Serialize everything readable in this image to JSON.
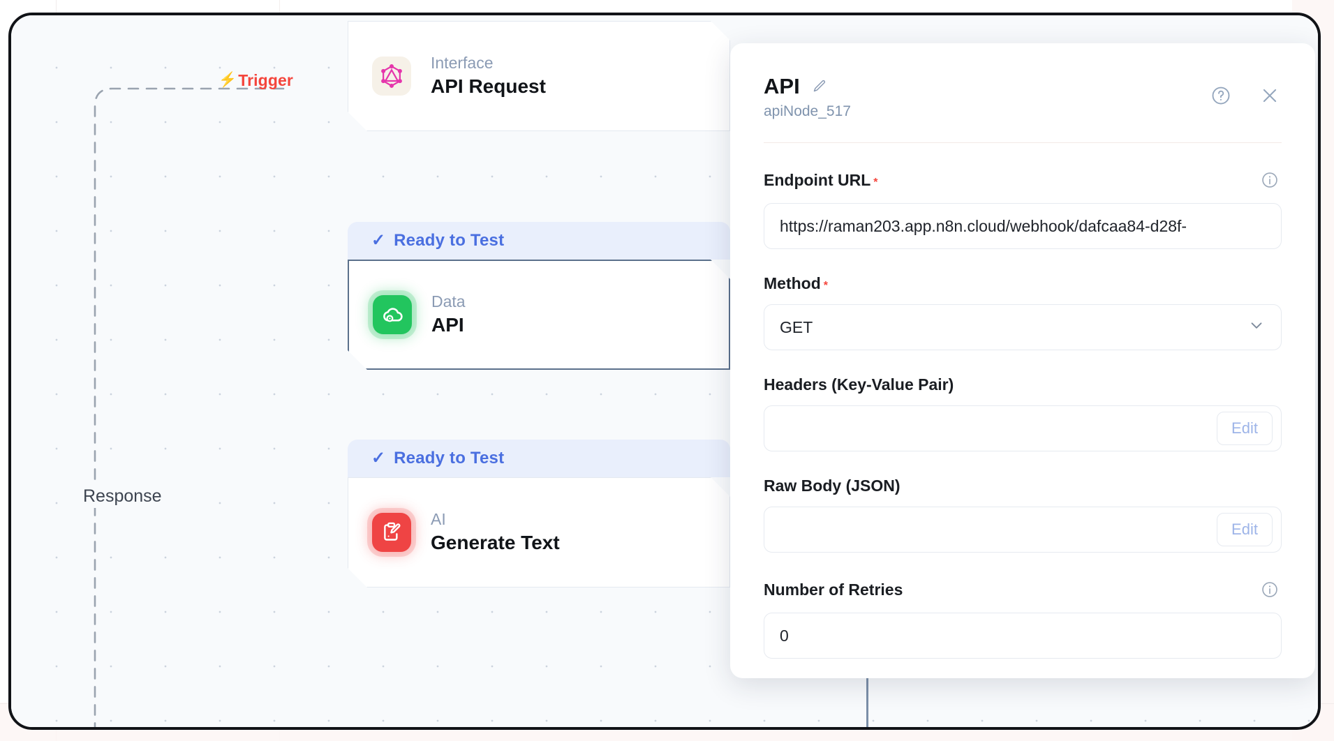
{
  "canvas": {
    "trigger_label": "Trigger",
    "trigger_icon": "lightning-bolt-icon",
    "response_label": "Response",
    "nodes": [
      {
        "kind": "Interface",
        "title": "API Request",
        "icon": "graphql-icon",
        "icon_bg": "#f6f1e8",
        "status": null,
        "selected": false
      },
      {
        "kind": "Data",
        "title": "API",
        "icon": "cloud-gear-icon",
        "icon_bg": "#22c55e",
        "status": "Ready to Test",
        "status_check": "✓",
        "selected": true
      },
      {
        "kind": "AI",
        "title": "Generate Text",
        "icon": "clipboard-pencil-icon",
        "icon_bg": "#ef4444",
        "status": "Ready to Test",
        "status_check": "✓",
        "selected": false
      }
    ]
  },
  "panel": {
    "title": "API",
    "edit_icon": "pencil-icon",
    "subtitle": "apiNode_517",
    "help_icon": "help-circle-icon",
    "close_icon": "close-icon",
    "fields": [
      {
        "label": "Endpoint URL",
        "required": true,
        "info_icon": "info-icon",
        "value": "https://raman203.app.n8n.cloud/webhook/dafcaa84-d28f-",
        "type": "text"
      },
      {
        "label": "Method",
        "required": true,
        "info_icon": null,
        "value": "GET",
        "type": "select",
        "chevron_icon": "chevron-down-icon"
      },
      {
        "label": "Headers (Key-Value Pair)",
        "required": false,
        "info_icon": null,
        "value": "",
        "type": "edit",
        "edit_label": "Edit"
      },
      {
        "label": "Raw Body (JSON)",
        "required": false,
        "info_icon": null,
        "value": "",
        "type": "edit",
        "edit_label": "Edit"
      },
      {
        "label": "Number of Retries",
        "required": false,
        "info_icon": "info-icon",
        "value": "0",
        "type": "text"
      }
    ]
  },
  "colors": {
    "accent_blue": "#4a6fe0",
    "trigger_red": "#f4453c",
    "required_red": "#f4453c",
    "muted": "#8b9bb4",
    "connector": "#6b8099",
    "canvas_bg": "#f8fafc",
    "badge_bg": "#e9effc"
  }
}
